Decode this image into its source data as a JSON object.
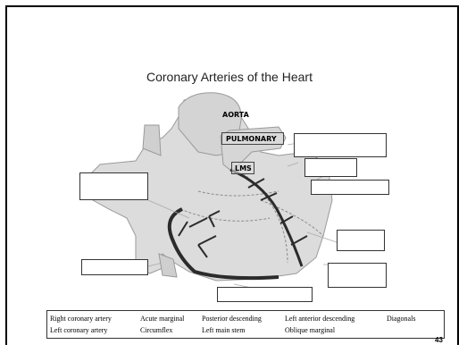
{
  "diagram": {
    "title": "Coronary Arteries of the Heart",
    "labels": {
      "aorta": "AORTA",
      "pulmonary": "PULMONARY",
      "lms": "LMS"
    },
    "fill_color": "#dcdcdc",
    "vessel_color": "#2b2b2b"
  },
  "word_bank": {
    "row1": [
      "Right coronary artery",
      "Acute marginal",
      "Posterior descending",
      "Left anterior descending",
      "Diagonals"
    ],
    "row2": [
      "Left coronary artery",
      "Circumflex",
      "Left main stem",
      "Oblique marginal"
    ]
  },
  "page_number": "43"
}
